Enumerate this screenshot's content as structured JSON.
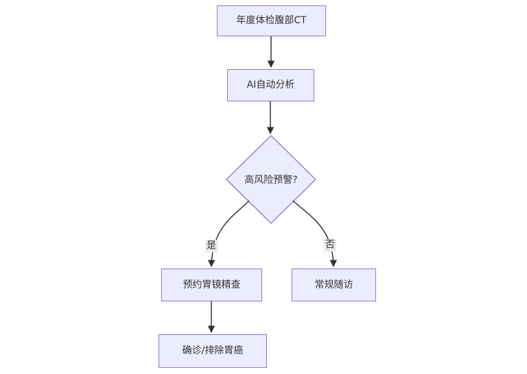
{
  "diagram": {
    "type": "flowchart-top-down",
    "colors": {
      "node_fill": "#ECECFF",
      "node_border": "#9370DB",
      "edge_line": "#333333",
      "text": "#333333",
      "edge_label_bg": "#e8e8e8",
      "page_bg": "#ffffff"
    },
    "nodes": [
      {
        "id": "ct",
        "label": "年度体检腹部CT",
        "shape": "rect"
      },
      {
        "id": "ai",
        "label": "AI自动分析",
        "shape": "rect"
      },
      {
        "id": "risk",
        "label": "高风险预警?",
        "shape": "diamond"
      },
      {
        "id": "gastroscopy",
        "label": "预约胃镜精查",
        "shape": "rect"
      },
      {
        "id": "followup",
        "label": "常规随访",
        "shape": "rect"
      },
      {
        "id": "diagnosis",
        "label": "确诊/排除胃癌",
        "shape": "rect"
      }
    ],
    "edges": [
      {
        "from": "ct",
        "to": "ai",
        "label": ""
      },
      {
        "from": "ai",
        "to": "risk",
        "label": ""
      },
      {
        "from": "risk",
        "to": "gastroscopy",
        "label": "是"
      },
      {
        "from": "risk",
        "to": "followup",
        "label": "否"
      },
      {
        "from": "gastroscopy",
        "to": "diagnosis",
        "label": ""
      }
    ]
  }
}
